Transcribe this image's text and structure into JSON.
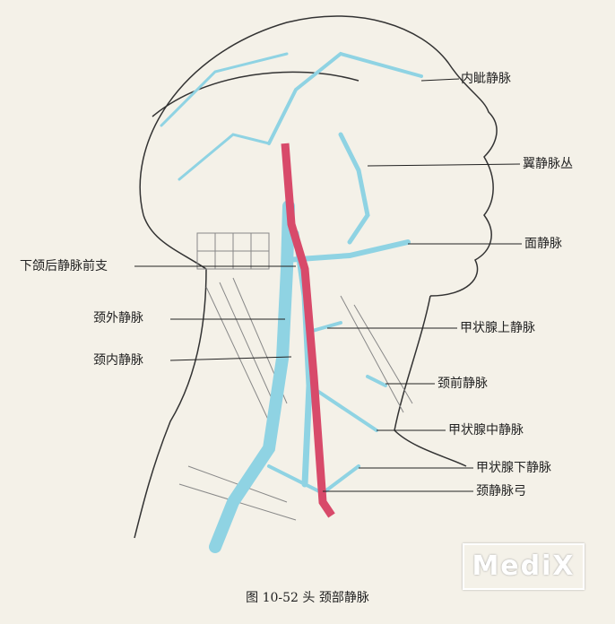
{
  "figure": {
    "caption": "图 10-52   头 颈部静脉",
    "watermark": "MediX",
    "colors": {
      "vein": "#8fd3e3",
      "artery": "#d84a6a",
      "background": "#f4f1e8",
      "ink": "#333333"
    }
  },
  "labels": {
    "angular_vein": "内眦静脉",
    "pterygoid_plexus": "翼静脉丛",
    "facial_vein": "面静脉",
    "retromandibular_anterior": "下颌后静脉前支",
    "external_jugular": "颈外静脉",
    "internal_jugular": "颈内静脉",
    "superior_thyroid": "甲状腺上静脉",
    "anterior_jugular": "颈前静脉",
    "middle_thyroid": "甲状腺中静脉",
    "inferior_thyroid": "甲状腺下静脉",
    "jugular_arch": "颈静脉弓"
  }
}
